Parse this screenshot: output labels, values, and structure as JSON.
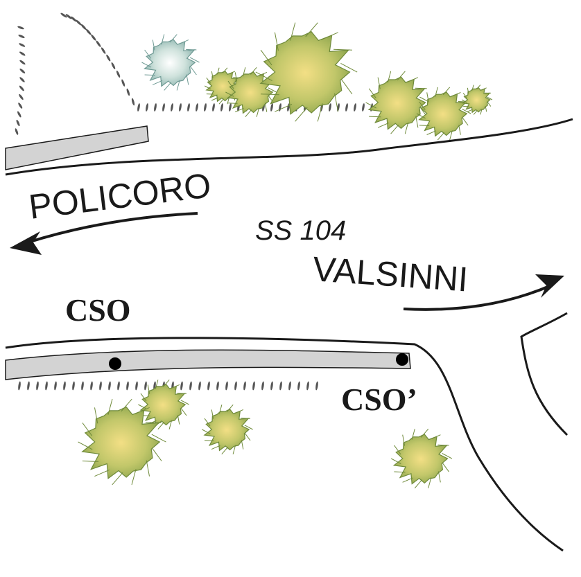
{
  "labels": {
    "west_destination": "POLICORO",
    "east_destination": "VALSINNI",
    "road_name": "SS 104",
    "site_upstream": "CSO",
    "site_downstream": "CSO’"
  },
  "colors": {
    "road_line": "#1a1a1a",
    "channel_fill": "#d3d3d3",
    "shrub_center": "#f3df85",
    "shrub_edge": "#8ea64e",
    "shrub_pale_center": "#ffffff",
    "shrub_pale_edge": "#8fb6b0",
    "hachure": "#555555"
  },
  "icons": {
    "west_arrow": "arrow-left-icon",
    "east_arrow": "arrow-right-icon",
    "point_marker": "dot-marker-icon",
    "vegetation": "shrub-icon"
  }
}
